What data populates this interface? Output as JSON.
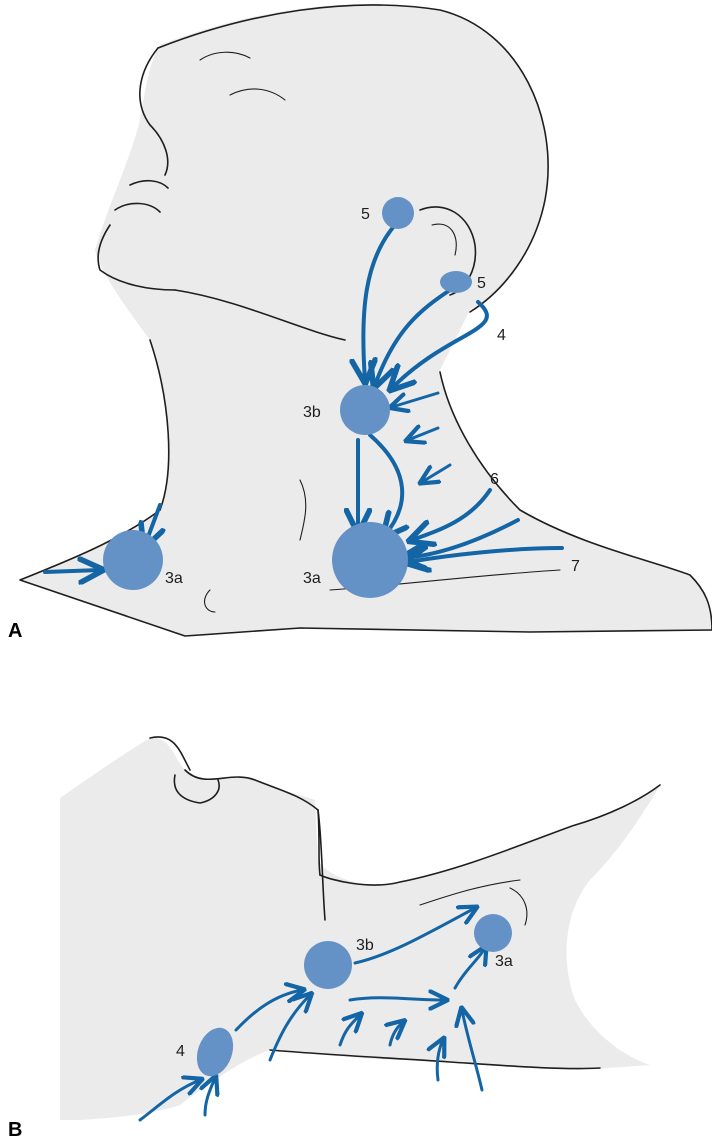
{
  "panels": [
    {
      "id": "A",
      "label": "A",
      "node_labels": [
        "5",
        "5",
        "4",
        "3b",
        "6",
        "7",
        "3a",
        "3a"
      ]
    },
    {
      "id": "B",
      "label": "B",
      "node_labels": [
        "4",
        "3b",
        "3a"
      ]
    }
  ],
  "colors": {
    "node_fill": "#6592c6",
    "arrow_stroke": "#1465a6",
    "skin": "#ebebeb",
    "outline": "#1e1e1e"
  }
}
